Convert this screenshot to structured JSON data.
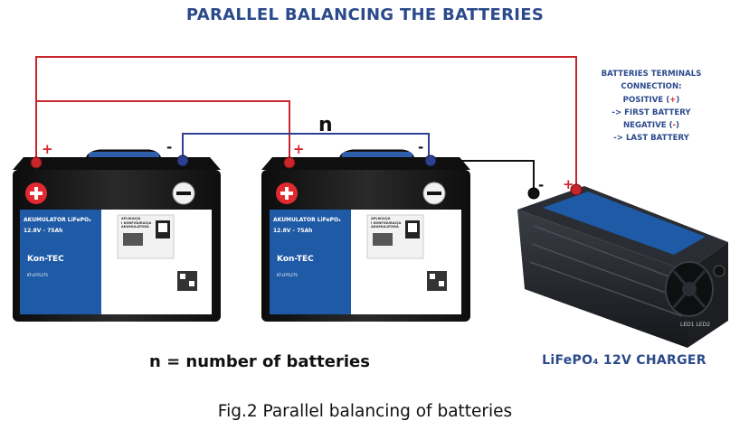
{
  "title": "PARALLEL BALANCING THE BATTERIES",
  "n_label": "n",
  "legend": {
    "line1": "BATTERIES TERMINALS",
    "line2": "CONNECTION:",
    "line3_prefix": "POSITIVE (",
    "line3_sign": "+",
    "line3_suffix": ")",
    "line4": "-> FIRST BATTERY",
    "line5_prefix": "NEGATIVE (",
    "line5_sign": "-",
    "line5_suffix": ")",
    "line6": "-> LAST BATTERY"
  },
  "battery": {
    "model_label": "AKUMULATOR LiFePO₄",
    "spec": "12.8V - 75Ah",
    "brand": "Kon-TEC",
    "app_label": "APLIKACJA\nI KONFIGURACJA\nAKUMULATORA",
    "code": "KT-LFP1275"
  },
  "terminals": {
    "plus": "+",
    "minus": "-"
  },
  "caption_n": "n = number of batteries",
  "charger_name": "LiFePO₄ 12V CHARGER",
  "charger_led_text": "LED1 LED2",
  "figure_caption": "Fig.2 Parallel balancing of batteries",
  "colors": {
    "positive_wire": "#c9252c",
    "negative_wire": "#2e3f8f",
    "charger_negative_wire": "#111111",
    "accent_blue": "#2b4a8c",
    "battery_body": "#1b1b1b",
    "label_blue": "#1f5aa6"
  }
}
